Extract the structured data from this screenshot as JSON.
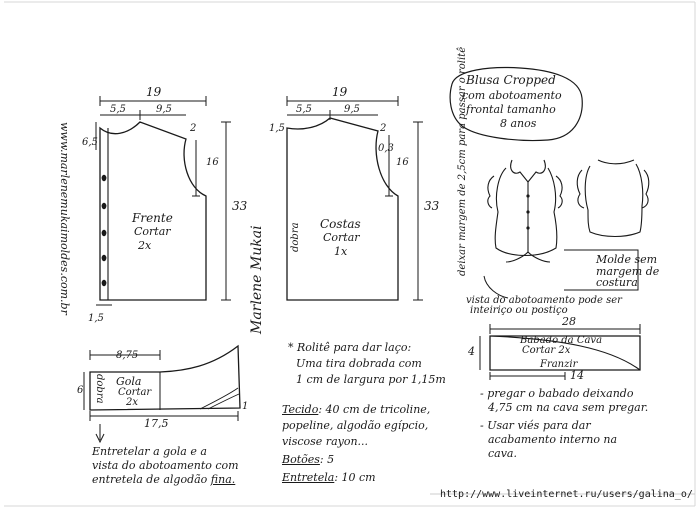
{
  "front": {
    "width": "19",
    "shoulder_left": "5,5",
    "shoulder_right": "9,5",
    "neck_depth": "6,5",
    "shoulder_drop": "2",
    "armhole_depth": "16",
    "length": "33",
    "hem_margin": "1,5",
    "title": "Frente",
    "cut": "Cortar",
    "qty": "2x"
  },
  "back": {
    "width": "19",
    "shoulder_left": "5,5",
    "shoulder_right": "9,5",
    "neck_depth": "1,5",
    "shoulder_drop": "2",
    "armhole_offset": "0,3",
    "armhole_depth": "16",
    "length": "33",
    "title": "Costas",
    "cut": "Cortar",
    "qty": "1x",
    "fold": "dobra"
  },
  "collar": {
    "label": "Gola",
    "cut": "Cortar",
    "qty": "2x",
    "top_width": "8,75",
    "height_left": "6",
    "right_mark": "1",
    "bottom_width": "17,5",
    "fold": "dobra"
  },
  "ruffle": {
    "width": "28",
    "height": "4",
    "label": "Babado da Cava",
    "cut": "Cortar 2x",
    "fold": "Franzir",
    "inner": "14"
  },
  "title_block": {
    "line1": "Blusa Cropped",
    "line2": "com abotoamento",
    "line3": "frontal tamanho",
    "line4": "8 anos"
  },
  "website": "www.marlenemukaimoldes.com.br",
  "signature": "Marlene Mukai",
  "side_note": "deixar margem de 2,5cm para passar o rolitê",
  "no_seam": "Molde sem margem de costura",
  "button_note_1": "vista do abotoamento pode ser",
  "button_note_2": "inteiriço ou postiço",
  "rolite": {
    "line1": "* Rolitê para dar laço:",
    "line2": "Uma tira dobrada com",
    "line3": "1 cm de largura por 1,15m"
  },
  "materials": {
    "fabric_label": "Tecido",
    "fabric_line1": ": 40 cm de tricoline,",
    "fabric_line2": "popeline, algodão egípcio,",
    "fabric_line3": "viscose rayon...",
    "buttons_label": "Botões",
    "buttons_value": ": 5",
    "interfacing_label": "Entretela",
    "interfacing_value": ": 10 cm"
  },
  "collar_note": {
    "line1": "Entretelar a gola e a",
    "line2": "vista do abotoamento com",
    "line3": "entretela de algodão",
    "line3b": "fina."
  },
  "ruffle_note": {
    "line1": "- pregar o babado deixando",
    "line2": "4,75 cm na cava sem pregar.",
    "line3": "- Usar viés para dar",
    "line4": "acabamento interno na",
    "line5": "cava."
  },
  "footer_url": "http://www.liveinternet.ru/users/galina_o/"
}
